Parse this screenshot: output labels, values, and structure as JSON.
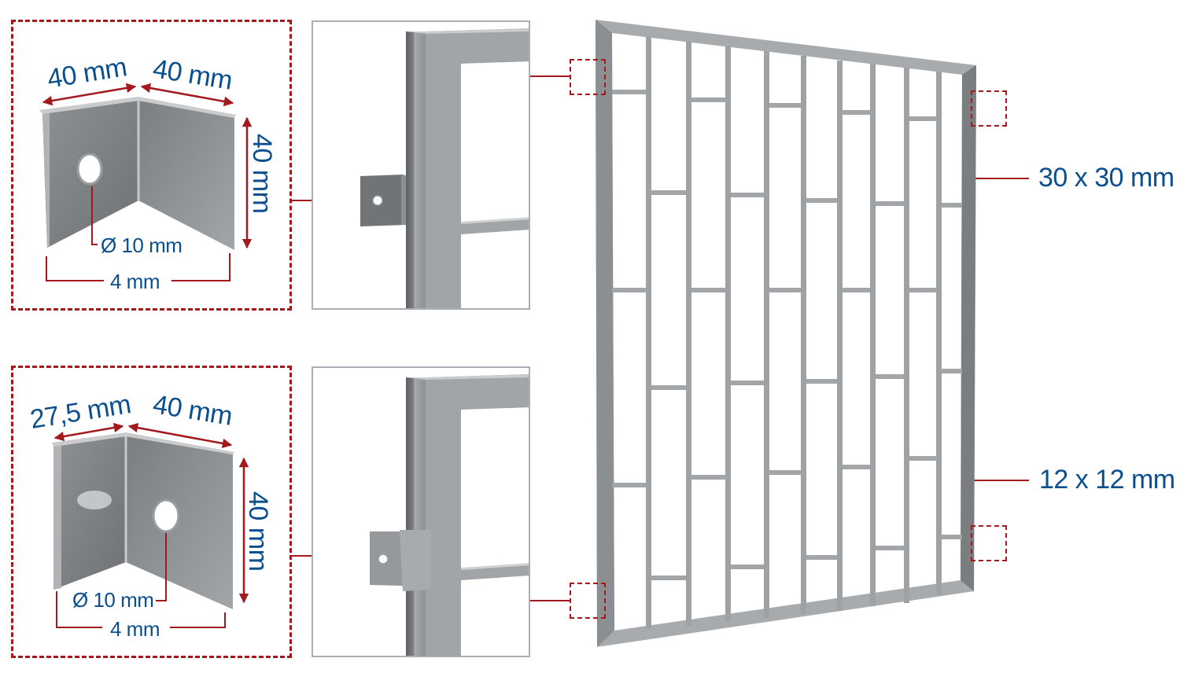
{
  "diagram": {
    "subject": "Window security grille with mounting brackets",
    "colors": {
      "dimension_text": "#0b4f8f",
      "callout_red": "#a31a1e",
      "metal_light": "#b9bcbe",
      "metal_dark": "#6f7376",
      "panel_border": "#a9afb4"
    },
    "bracket_top": {
      "width_left": "40 mm",
      "width_right": "40 mm",
      "height": "40 mm",
      "hole": "Ø 10 mm",
      "thickness": "4 mm"
    },
    "bracket_bottom": {
      "width_left": "27,5 mm",
      "width_right": "40 mm",
      "height": "40 mm",
      "hole": "Ø 10 mm",
      "thickness": "4 mm"
    },
    "grille": {
      "frame_profile": "30 x 30 mm",
      "bar_profile": "12 x 12 mm"
    }
  }
}
